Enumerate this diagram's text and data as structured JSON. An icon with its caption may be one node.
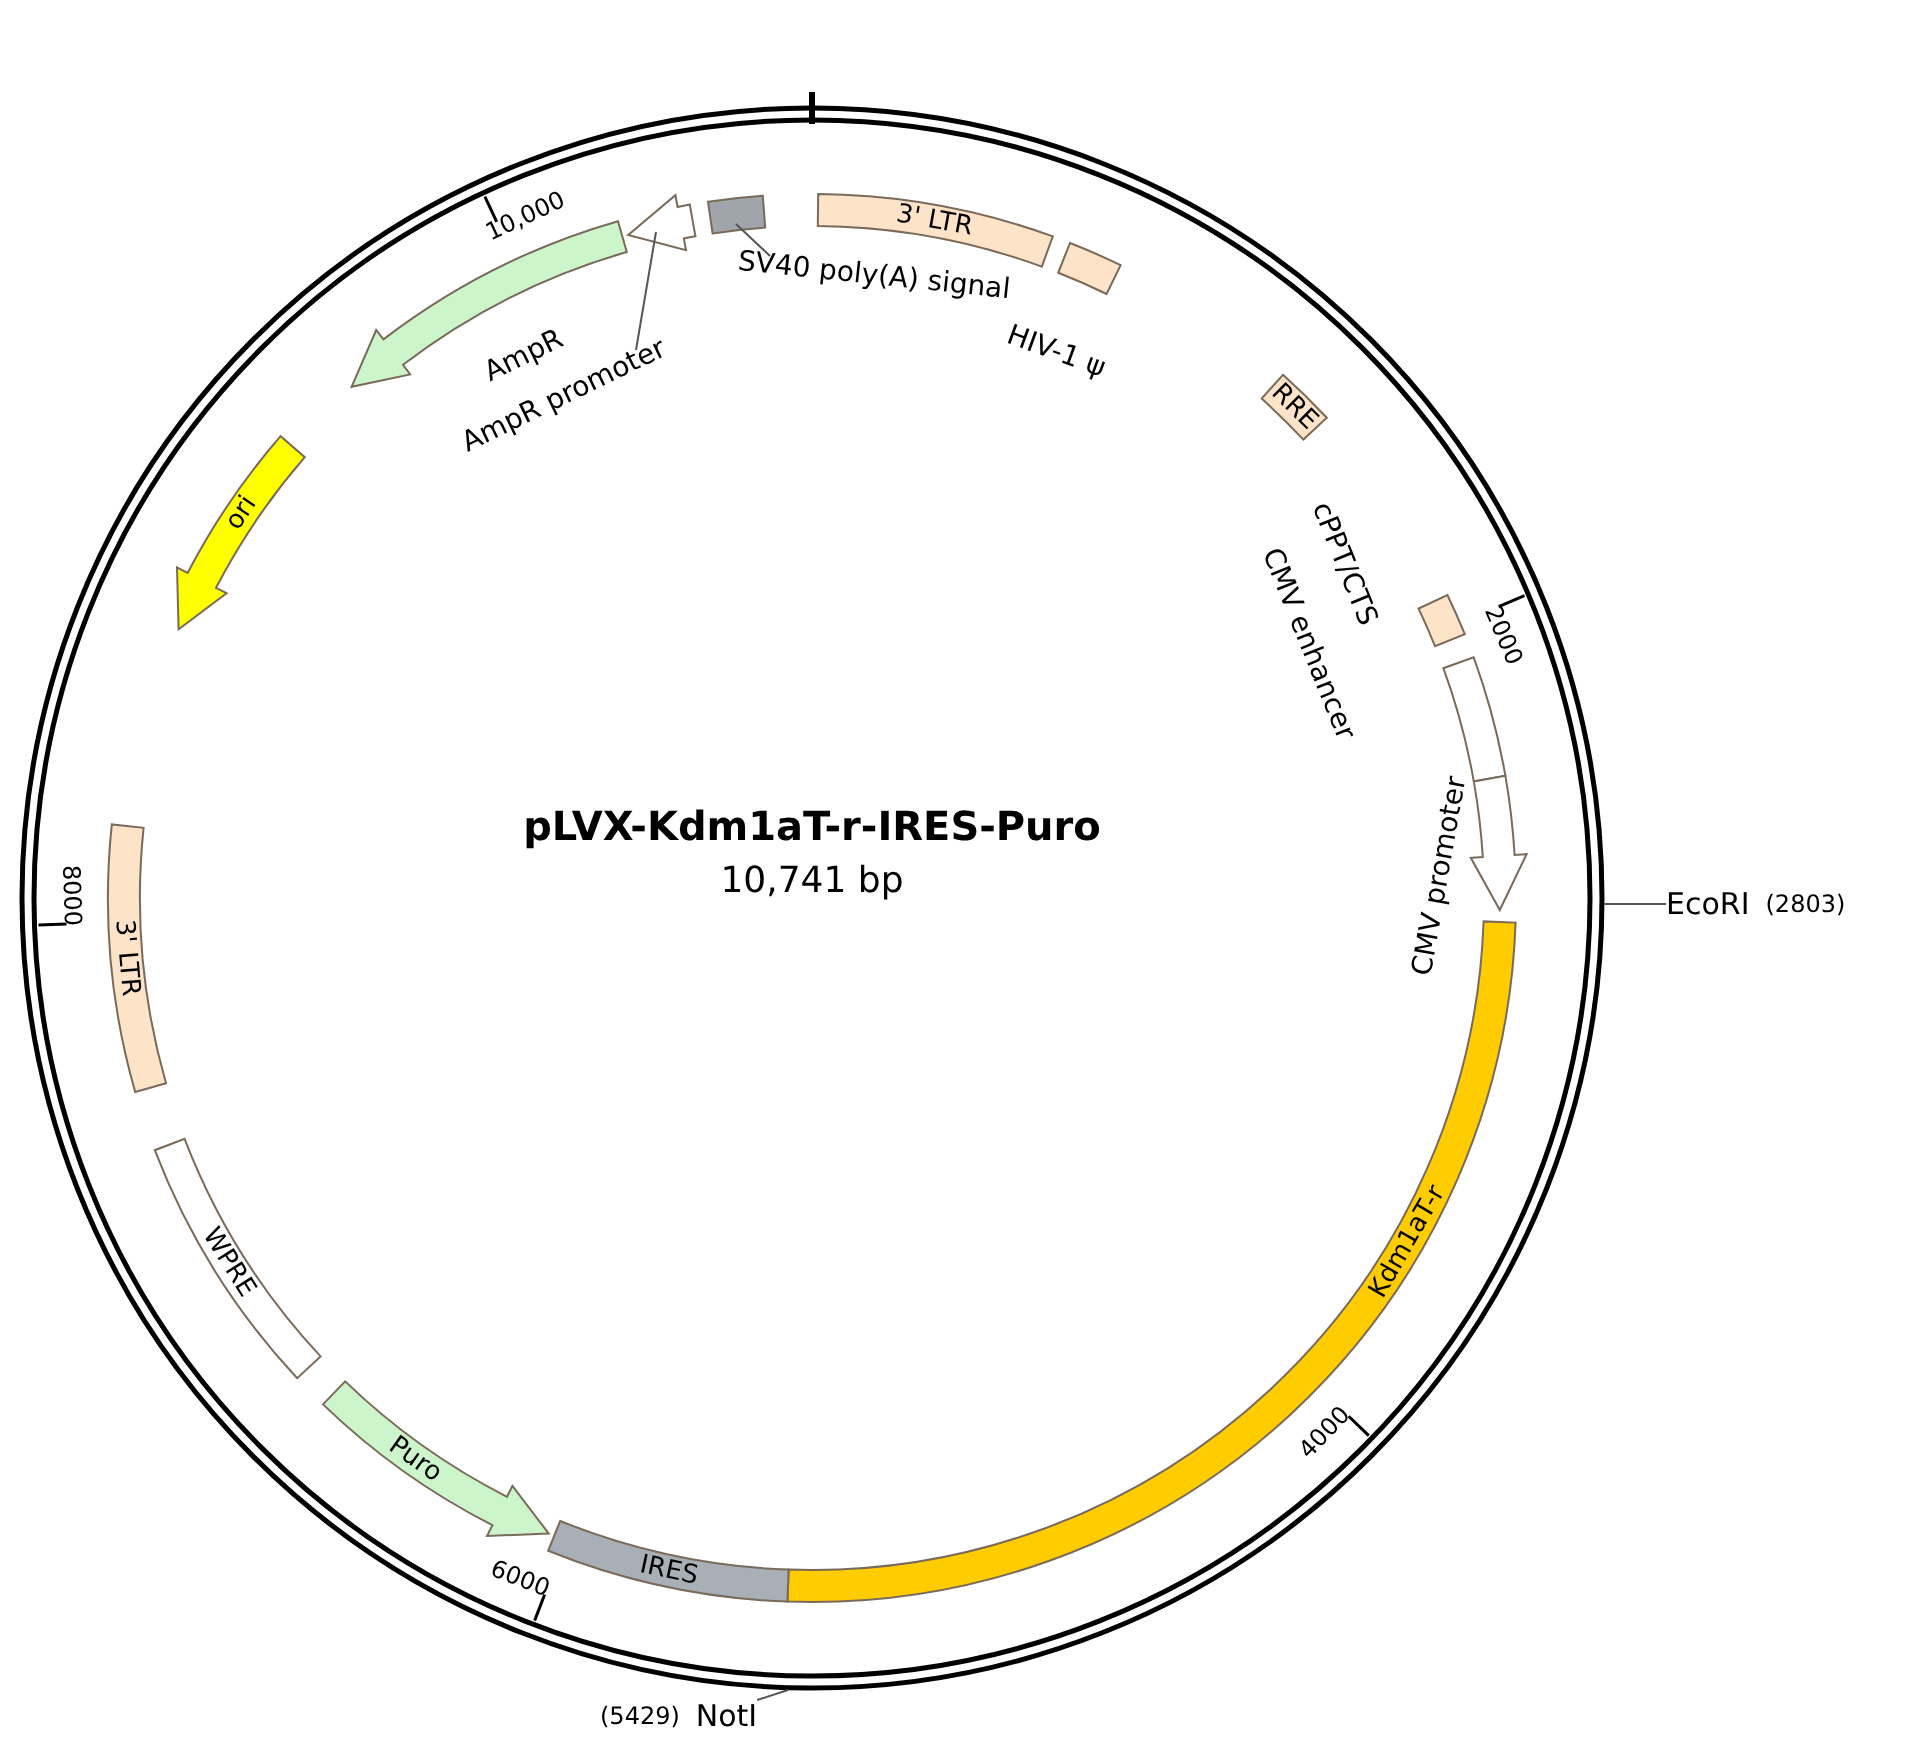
{
  "diagram": {
    "title": "pLVX-Kdm1aT-r-IRES-Puro",
    "nodes": [
      {
        "text": [
          "3' LTR"
        ]
      },
      {
        "text": [],
        "shape": "box",
        "beside": [
          "HIV-1 ψ"
        ]
      },
      {
        "text": [
          "RRE"
        ]
      },
      {
        "text": [],
        "shape": "box",
        "beside": [
          "cPPT/CTS"
        ]
      },
      {
        "text": [],
        "shape": "box",
        "beside": [
          "CMV enhancer"
        ]
      },
      {
        "text": [],
        "shape": "arrow",
        "beside": [
          "CMV promoter"
        ]
      },
      {
        "text": [
          "Kdm1aT-r"
        ]
      },
      {
        "text": [
          "IRES"
        ]
      },
      {
        "text": [
          "Puro"
        ]
      },
      {
        "text": [
          "WPRE"
        ]
      },
      {
        "text": [
          "3' LTR"
        ]
      },
      {
        "text": [
          "ori"
        ]
      },
      {
        "text": [],
        "shape": "arrow",
        "beside": [
          "AmpR"
        ]
      },
      {
        "text": [],
        "shape": "arrow"
      },
      {
        "text": [],
        "shape": "box"
      },
      {
        "text": [
          "AmpR promoter"
        ]
      },
      {
        "text": [
          "SV40 poly(A) signal"
        ]
      },
      {
        "text": [
          "EcoRI",
          "(2803)"
        ]
      },
      {
        "text": [
          "(5429)",
          "NotI"
        ]
      }
    ],
    "edges": [
      {
        "from": 15,
        "to": 13,
        "arrow": "none"
      },
      {
        "from": 16,
        "to": 14,
        "arrow": "none"
      },
      {
        "from": 17,
        "to": null,
        "arrow": "none"
      },
      {
        "from": 18,
        "to": null,
        "arrow": "none"
      }
    ],
    "labels": [
      "10,741 bp",
      "2000",
      "4000",
      "6000",
      "8000",
      "10,000"
    ]
  }
}
